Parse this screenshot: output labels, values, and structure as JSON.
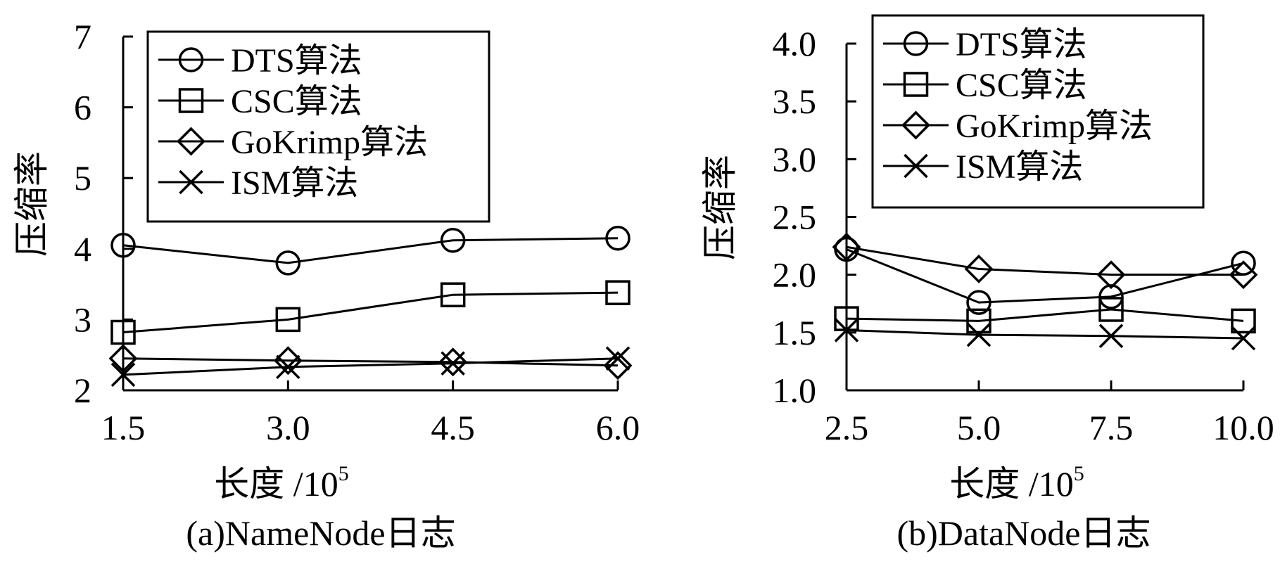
{
  "chart_data": [
    {
      "type": "line",
      "caption": "(a)NameNode日志",
      "xlabel": "长度 /10",
      "xlabel_sup": "5",
      "ylabel": "压缩率",
      "x": [
        1.5,
        3.0,
        4.5,
        6.0
      ],
      "x_tick_labels": [
        "1.5",
        "3.0",
        "4.5",
        "6.0"
      ],
      "xlim": [
        1.5,
        6.0
      ],
      "ylim": [
        2,
        7
      ],
      "y_tick_labels": [
        "2",
        "3",
        "4",
        "5",
        "6",
        "7"
      ],
      "grid": false,
      "legend_position": "top-right",
      "series": [
        {
          "name": "DTS算法",
          "marker": "circle",
          "values": [
            4.05,
            3.8,
            4.12,
            4.15
          ]
        },
        {
          "name": "CSC算法",
          "marker": "square",
          "values": [
            2.82,
            3.0,
            3.35,
            3.38
          ]
        },
        {
          "name": "GoKrimp算法",
          "marker": "diamond",
          "values": [
            2.45,
            2.42,
            2.4,
            2.35
          ]
        },
        {
          "name": "ISM算法",
          "marker": "x",
          "values": [
            2.22,
            2.33,
            2.38,
            2.45
          ]
        }
      ]
    },
    {
      "type": "line",
      "caption": "(b)DataNode日志",
      "xlabel": "长度 /10",
      "xlabel_sup": "5",
      "ylabel": "压缩率",
      "x": [
        2.5,
        5.0,
        7.5,
        10.0
      ],
      "x_tick_labels": [
        "2.5",
        "5.0",
        "7.5",
        "10.0"
      ],
      "xlim": [
        2.5,
        10.0
      ],
      "ylim": [
        1.0,
        4.0
      ],
      "y_tick_labels": [
        "1.0",
        "1.5",
        "2.0",
        "2.5",
        "3.0",
        "3.5",
        "4.0"
      ],
      "grid": false,
      "legend_position": "top-right",
      "series": [
        {
          "name": "DTS算法",
          "marker": "circle",
          "values": [
            2.22,
            1.76,
            1.81,
            2.1
          ]
        },
        {
          "name": "CSC算法",
          "marker": "square",
          "values": [
            1.62,
            1.6,
            1.7,
            1.6
          ]
        },
        {
          "name": "GoKrimp算法",
          "marker": "diamond",
          "values": [
            2.24,
            2.05,
            2.0,
            2.0
          ]
        },
        {
          "name": "ISM算法",
          "marker": "x",
          "values": [
            1.52,
            1.48,
            1.47,
            1.45
          ]
        }
      ]
    }
  ]
}
